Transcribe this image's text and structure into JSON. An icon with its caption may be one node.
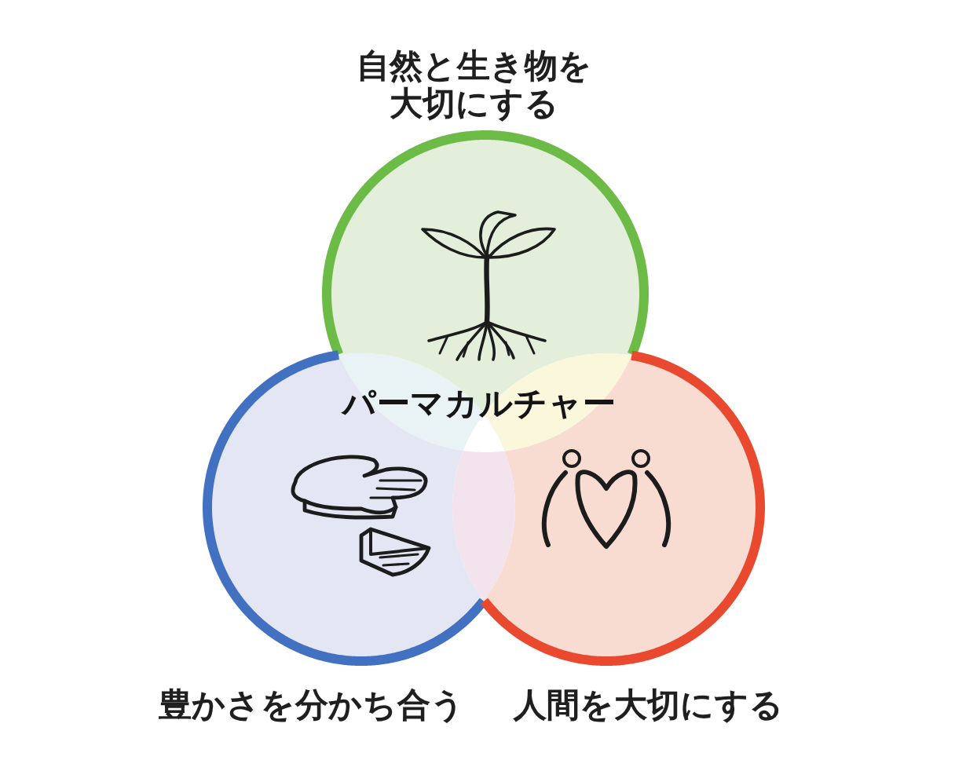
{
  "diagram": {
    "nodes": [
      {
        "text": [
          "自然と生き物を大切にする"
        ]
      },
      {
        "text": [
          "豊かさを分かち合う"
        ]
      },
      {
        "text": [
          "人間を大切にする"
        ]
      }
    ],
    "labels": [
      "パーマカルチャー"
    ]
  }
}
